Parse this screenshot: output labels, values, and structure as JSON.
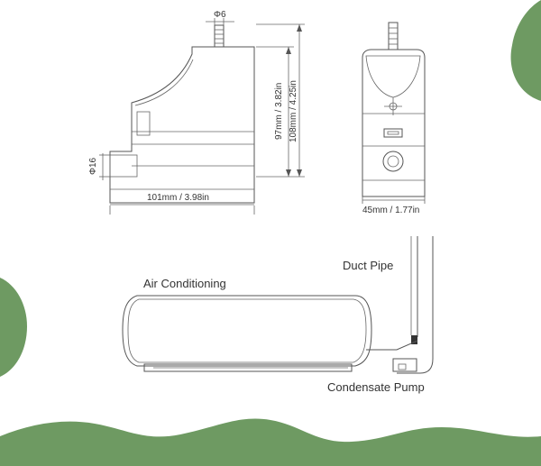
{
  "colors": {
    "accent_green": "#6e9a62",
    "line": "#555555",
    "text": "#333333"
  },
  "dimensions": {
    "outlet_diameter": "Φ6",
    "inlet_diameter": "Φ16",
    "width": "101mm / 3.98in",
    "height_body": "97mm / 3.82in",
    "height_total": "108mm / 4.25in",
    "depth": "45mm / 1.77in"
  },
  "install_diagram": {
    "air_conditioning_label": "Air Conditioning",
    "duct_pipe_label": "Duct Pipe",
    "condensate_pump_label": "Condensate Pump"
  }
}
